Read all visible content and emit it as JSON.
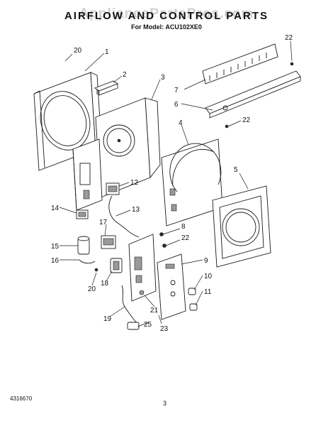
{
  "header": {
    "watermark": "AppliancePartsPros.com",
    "title": "AIRFLOW AND CONTROL PARTS",
    "subtitle": "For Model: ACU102XE0"
  },
  "footer": {
    "document_number": "4316670",
    "page_number": "3"
  },
  "callouts": {
    "c1": "1",
    "c2": "2",
    "c3": "3",
    "c4": "4",
    "c5": "5",
    "c6": "6",
    "c7": "7",
    "c8": "8",
    "c9": "9",
    "c10": "10",
    "c11": "11",
    "c12": "12",
    "c13": "13",
    "c14": "14",
    "c15": "15",
    "c16": "16",
    "c17": "17",
    "c18": "18",
    "c19": "19",
    "c20a": "20",
    "c20b": "20",
    "c21": "21",
    "c22a": "22",
    "c22b": "22",
    "c22c": "22",
    "c23": "23",
    "c25": "25"
  }
}
